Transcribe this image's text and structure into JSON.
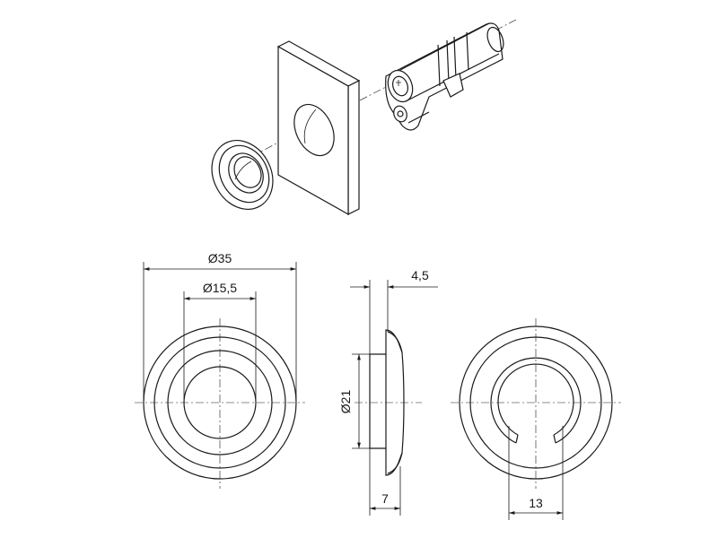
{
  "drawing": {
    "dimensions": {
      "outer_diameter": "Ø35",
      "inner_diameter": "Ø15,5",
      "thickness": "4,5",
      "boss_diameter": "Ø21",
      "depth": "7",
      "slot_width": "13"
    }
  }
}
